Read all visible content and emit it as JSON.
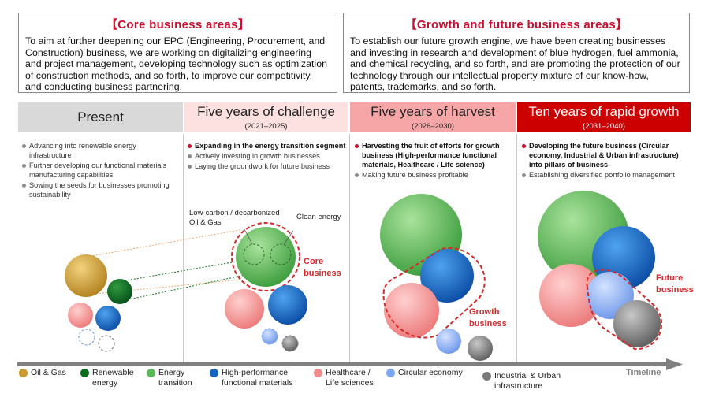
{
  "core_box": {
    "title": "【Core business areas】",
    "body": "To aim at further deepening our EPC (Engineering, Procurement, and Construction) business, we are working on digitalizing engineering and project management, developing technology such as optimization of construction methods, and so forth, to improve our competitivity, and conducting business partnering."
  },
  "growth_box": {
    "title": "【Growth and future business areas】",
    "body": "To establish our future growth engine, we have been creating businesses and investing in research and development of blue hydrogen, fuel ammonia, and chemical recycling, and so forth, and are promoting the protection of our technology through our intellectual property mixture of our know-how, patents, trademarks, and so forth."
  },
  "phases": [
    {
      "name": "Present",
      "years": "",
      "bg": "#d9d9d9",
      "fg": "#222222",
      "bullets": [
        {
          "text": "Advancing into renewable energy infrastructure",
          "highlight": false
        },
        {
          "text": "Further developing our functional materials manufacturing capabilities",
          "highlight": false
        },
        {
          "text": "Sowing the seeds for businesses promoting sustainability",
          "highlight": false
        }
      ]
    },
    {
      "name": "Five years of challenge",
      "years": "(2021–2025)",
      "bg": "#fde0e0",
      "fg": "#222222",
      "bullets": [
        {
          "text": "Expanding in the energy transition segment",
          "highlight": true
        },
        {
          "text": "Actively investing in growth businesses",
          "highlight": false
        },
        {
          "text": "Laying the groundwork for future business",
          "highlight": false
        }
      ]
    },
    {
      "name": "Five years of harvest",
      "years": "(2026–2030)",
      "bg": "#f6a6a6",
      "fg": "#222222",
      "bullets": [
        {
          "text": "Harvesting the fruit of efforts for growth business (High-performance functional materials, Healthcare / Life science)",
          "highlight": true
        },
        {
          "text": "Making future business profitable",
          "highlight": false
        }
      ]
    },
    {
      "name": "Ten years of rapid growth",
      "years": "(2031–2040)",
      "bg": "#cc0000",
      "fg": "#ffffff",
      "bullets": [
        {
          "text": "Developing the future business (Circular economy, Industrial & Urban infrastructure) into pillars of business",
          "highlight": true
        },
        {
          "text": "Establishing diversified portfolio management",
          "highlight": false
        }
      ]
    }
  ],
  "annotations": {
    "low_carbon": "Low-carbon / decarbonized Oil & Gas",
    "clean_energy": "Clean energy",
    "core": "Core business",
    "growth": "Growth business",
    "future": "Future business"
  },
  "timeline_label": "Timeline",
  "legend": [
    {
      "label": "Oil & Gas",
      "color": "#c99a2e"
    },
    {
      "label": "Renewable energy",
      "color": "#0b6e1f"
    },
    {
      "label": "Energy transition",
      "color": "#5cb85c"
    },
    {
      "label": "High-performance functional materials",
      "color": "#1565c0"
    },
    {
      "label": "Healthcare / Life sciences",
      "color": "#f28b8b"
    },
    {
      "label": "Circular economy",
      "color": "#7ea6f0"
    },
    {
      "label": "Industrial & Urban infrastructure",
      "color": "#7a7a7a"
    }
  ],
  "colors": {
    "accent_red": "#c8102e",
    "oil_gas": "#c99a2e",
    "renewable": "#0b6e1f",
    "energy_transition": "#5cb85c",
    "functional_materials": "#1565c0",
    "healthcare": "#f28b8b",
    "circular": "#7ea6f0",
    "infrastructure": "#7a7a7a"
  }
}
